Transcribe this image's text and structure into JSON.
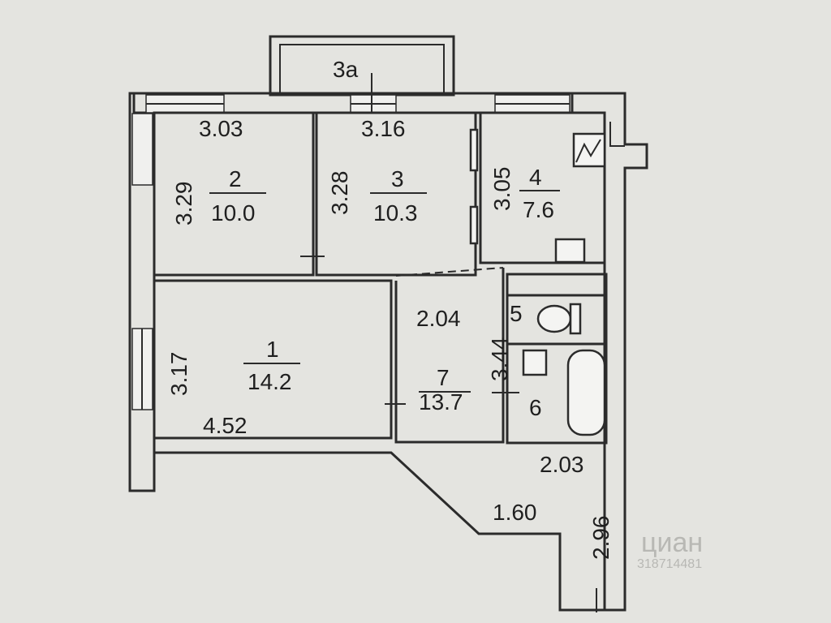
{
  "balcony": {
    "label": "3а"
  },
  "rooms": [
    {
      "id": "1",
      "number": "1",
      "area": "14.2",
      "width": "4.52",
      "height": "3.17"
    },
    {
      "id": "2",
      "number": "2",
      "area": "10.0",
      "width": "3.03",
      "height": "3.29"
    },
    {
      "id": "3",
      "number": "3",
      "area": "10.3",
      "width": "3.16",
      "height": "3.28"
    },
    {
      "id": "4",
      "number": "4",
      "area": "7.6",
      "height": "3.05"
    },
    {
      "id": "5",
      "number": "5"
    },
    {
      "id": "6",
      "number": "6"
    },
    {
      "id": "7",
      "number": "7",
      "area": "13.7",
      "width": "2.04",
      "height": "3.44"
    }
  ],
  "hall": {
    "width_a": "2.03",
    "width_b": "1.60",
    "length": "2.96"
  },
  "watermark": {
    "brand": "циан",
    "id": "318714481"
  }
}
